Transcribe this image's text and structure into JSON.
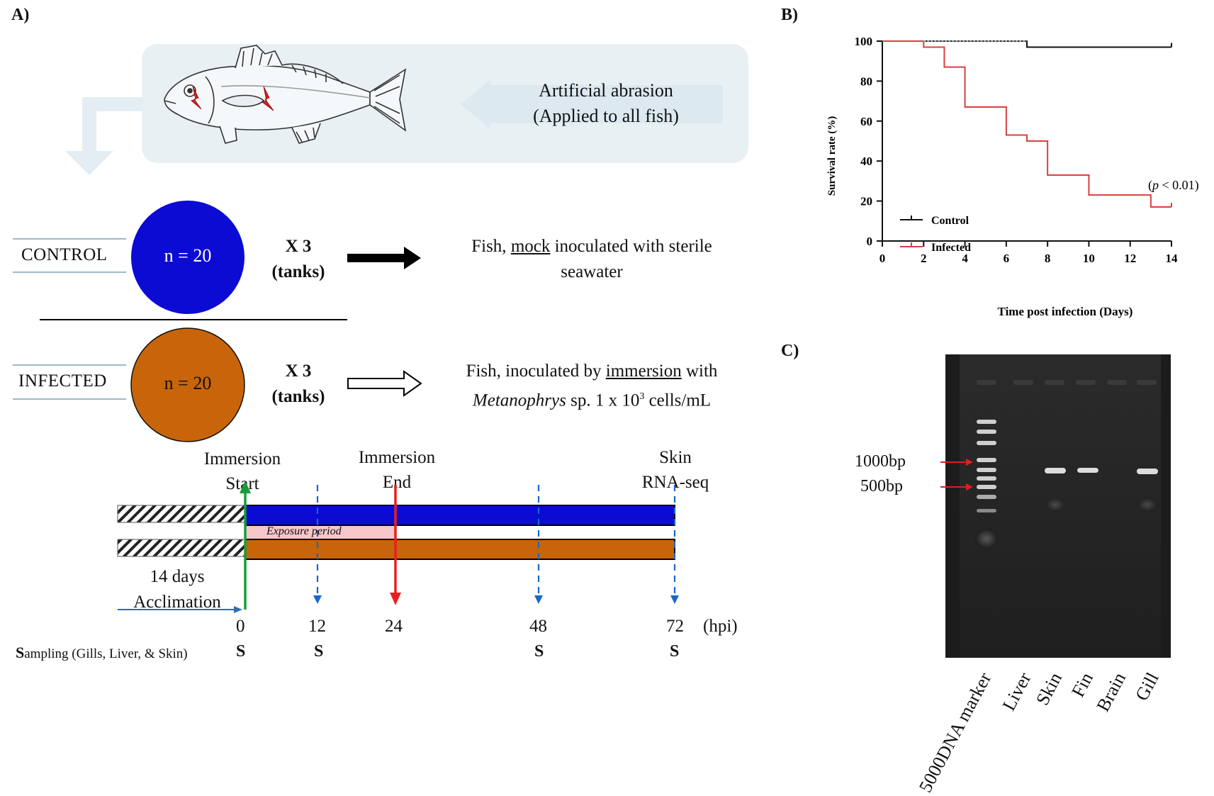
{
  "panels": {
    "a": "A)",
    "b": "B)",
    "c": "C)"
  },
  "abrasion": {
    "line1": "Artificial abrasion",
    "line2": "(Applied to all fish)"
  },
  "control": {
    "label": "CONTROL",
    "n": "n = 20",
    "x3": "X 3",
    "tanks": "(tanks)",
    "desc_pre": "Fish, ",
    "desc_u": "mock",
    "desc_post": " inoculated with sterile",
    "desc_line2": "seawater",
    "color": "#0b0bd4"
  },
  "infected": {
    "label": "INFECTED",
    "n": "n = 20",
    "x3": "X 3",
    "tanks": "(tanks)",
    "desc_pre": "Fish, inoculated by ",
    "desc_u": "immersion",
    "desc_post": " with",
    "desc_l2_italic": "Metanophrys",
    "desc_l2_rest": " sp. 1 x 10",
    "desc_l2_sup": "3",
    "desc_l2_end": " cells/mL",
    "color": "#c8650a"
  },
  "timeline": {
    "immersion_start": [
      "Immersion",
      "Start"
    ],
    "immersion_end": [
      "Immersion",
      "End"
    ],
    "skin_rnaseq": [
      "Skin",
      "RNA-seq"
    ],
    "exposure": "Exposure period",
    "acclimation": [
      "14 days",
      "Acclimation"
    ],
    "ticks": [
      "0",
      "12",
      "24",
      "48",
      "72"
    ],
    "unit": "(hpi)",
    "sampling_bold": "S",
    "sampling_rest": "ampling (Gills, Liver, & Skin)",
    "sampling_marks": [
      "S",
      "S",
      "S",
      "S"
    ]
  },
  "chart_data": {
    "type": "line",
    "step": true,
    "xlabel": "Time post infection (Days)",
    "ylabel": "Survival rate (%)",
    "xlim": [
      0,
      14
    ],
    "ylim": [
      0,
      100
    ],
    "xticks": [
      "0",
      "2",
      "4",
      "6",
      "8",
      "10",
      "12",
      "14"
    ],
    "yticks": [
      "0",
      "20",
      "40",
      "60",
      "80",
      "100"
    ],
    "annotation_pre": "(",
    "annotation_p": "p",
    "annotation_post": " < 0.01)",
    "legend_position": "bottom-left",
    "series": [
      {
        "name": "Control",
        "color": "#111111",
        "x": [
          0,
          7,
          7,
          14
        ],
        "y": [
          100,
          100,
          97,
          97
        ]
      },
      {
        "name": "Infected",
        "color": "#d94040",
        "x": [
          0,
          2,
          2,
          3,
          3,
          4,
          4,
          6,
          6,
          7,
          7,
          8,
          8,
          10,
          10,
          13,
          13,
          14
        ],
        "y": [
          100,
          100,
          97,
          97,
          87,
          87,
          67,
          67,
          53,
          53,
          50,
          50,
          33,
          33,
          23,
          23,
          17,
          17
        ]
      }
    ]
  },
  "gel": {
    "marker_1000": "1000bp",
    "marker_500": "500bp",
    "lanes": [
      "5000DNA marker",
      "Liver",
      "Skin",
      "Fin",
      "Brain",
      "Gill"
    ]
  }
}
